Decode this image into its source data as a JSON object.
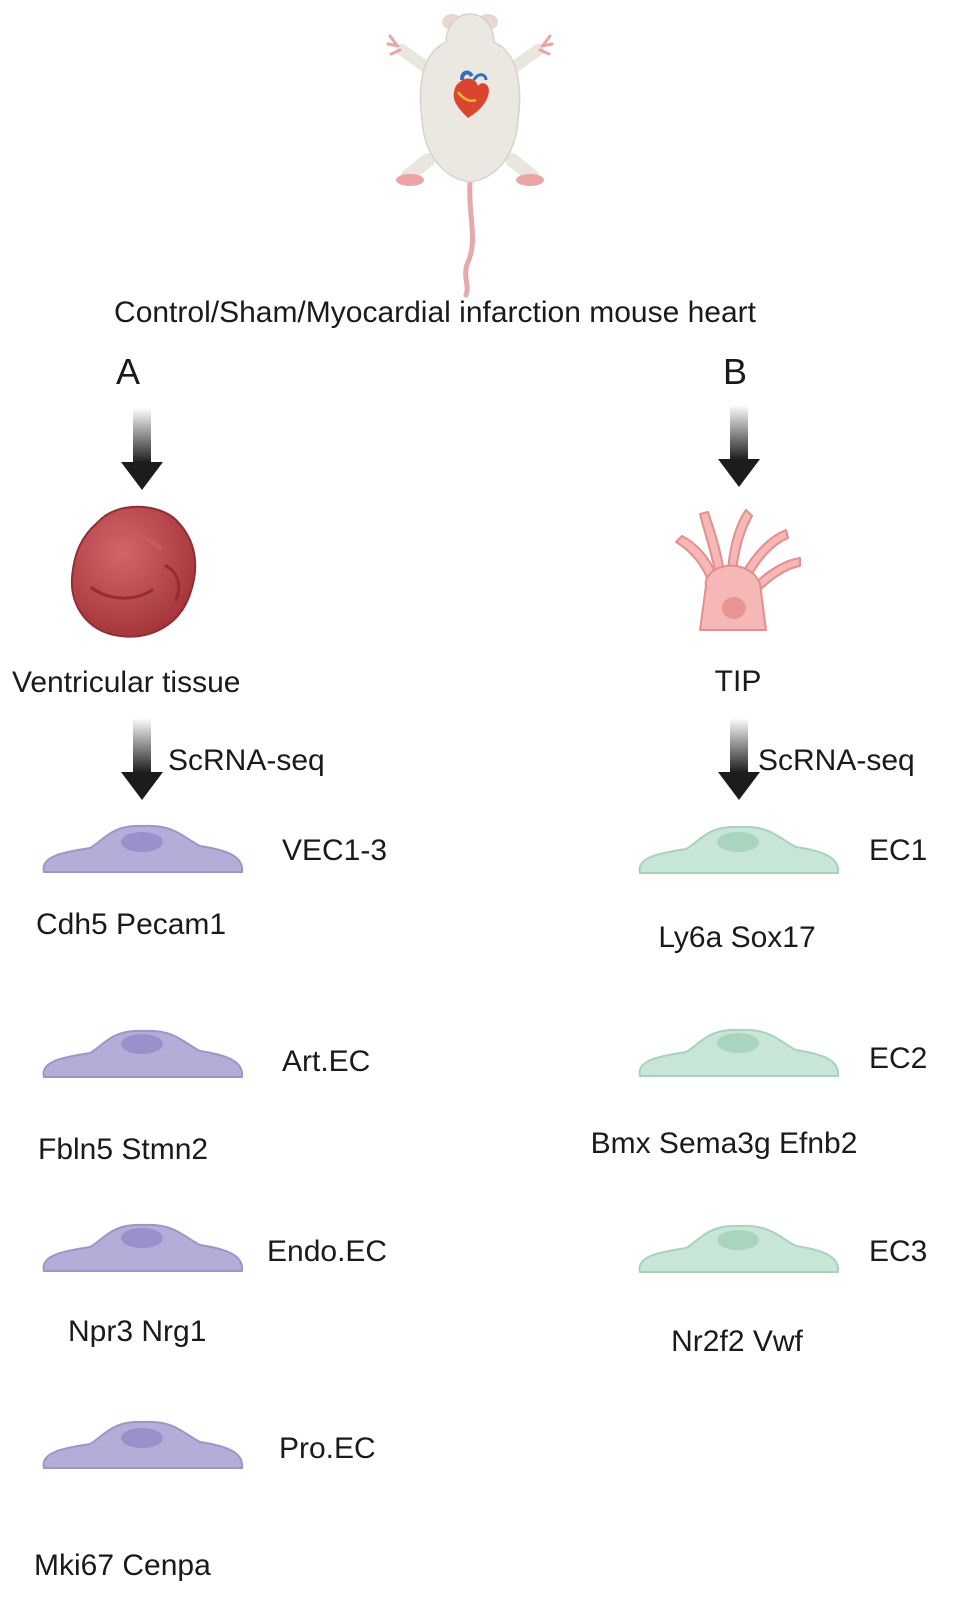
{
  "source_label": "Control/Sham/Myocardial infarction mouse heart",
  "panels": {
    "a": {
      "letter": "A",
      "sample": "Ventricular tissue",
      "method": "ScRNA-seq",
      "cells": [
        {
          "name": "VEC1-3",
          "markers": "Cdh5 Pecam1"
        },
        {
          "name": "Art.EC",
          "markers": "Fbln5 Stmn2"
        },
        {
          "name": "Endo.EC",
          "markers": "Npr3 Nrg1"
        },
        {
          "name": "Pro.EC",
          "markers": "Mki67 Cenpa"
        }
      ]
    },
    "b": {
      "letter": "B",
      "sample": "TIP",
      "method": "ScRNA-seq",
      "cells": [
        {
          "name": "EC1",
          "markers": "Ly6a Sox17"
        },
        {
          "name": "EC2",
          "markers": "Bmx Sema3g Efnb2"
        },
        {
          "name": "EC3",
          "markers": "Nr2f2 Vwf"
        }
      ]
    }
  },
  "colors": {
    "purple_cell": "#b3aed8",
    "purple_nucleus": "#9b8fcc",
    "green_cell": "#c8e6d6",
    "green_nucleus": "#a9d4bd",
    "tissue": "#b8444a",
    "tip_cell": "#f6b7b7",
    "arrow": "#1c1c1c"
  }
}
